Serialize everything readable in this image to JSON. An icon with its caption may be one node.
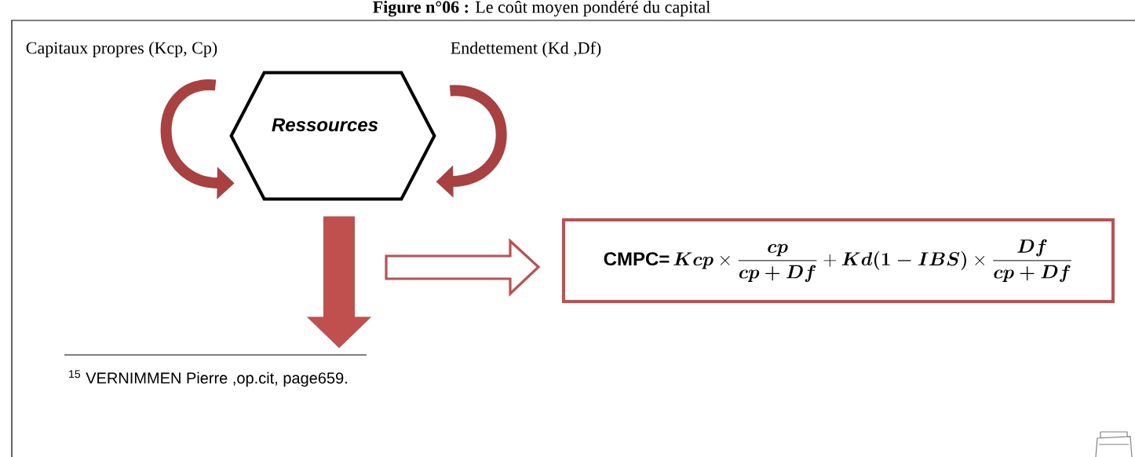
{
  "diagram": {
    "title": "**Figure n°06 :** Le coût moyen pondéré du capital",
    "nodes": [
      {
        "text": [
          "Capitaux propres (Kcp, Cp)"
        ]
      },
      {
        "text": [
          "Endettement (Kd ,Df)"
        ]
      },
      {
        "text": [
          "Ressources"
        ]
      },
      {
        "text": [
          "CMPC=",
          "\\boldsymbol{Kcp}\\times\\frac{\\boldsymbol{cp}}{\\boldsymbol{cp+Df}}+\\boldsymbol{Kd(1-IBS)}\\times\\frac{\\boldsymbol{Df}}{\\boldsymbol{cp+Df}}"
        ]
      }
    ],
    "edges": [
      {
        "from": 0,
        "to": 2,
        "arrow": "to"
      },
      {
        "from": 1,
        "to": 2,
        "arrow": "to"
      },
      {
        "from": 2,
        "to": null,
        "arrow": "to",
        "style": "thick"
      },
      {
        "from": null,
        "to": 3,
        "arrow": "to"
      }
    ],
    "labels": [
      "$^{15}$ VERNIMMEN Pierre ,op.cit, page659."
    ]
  }
}
